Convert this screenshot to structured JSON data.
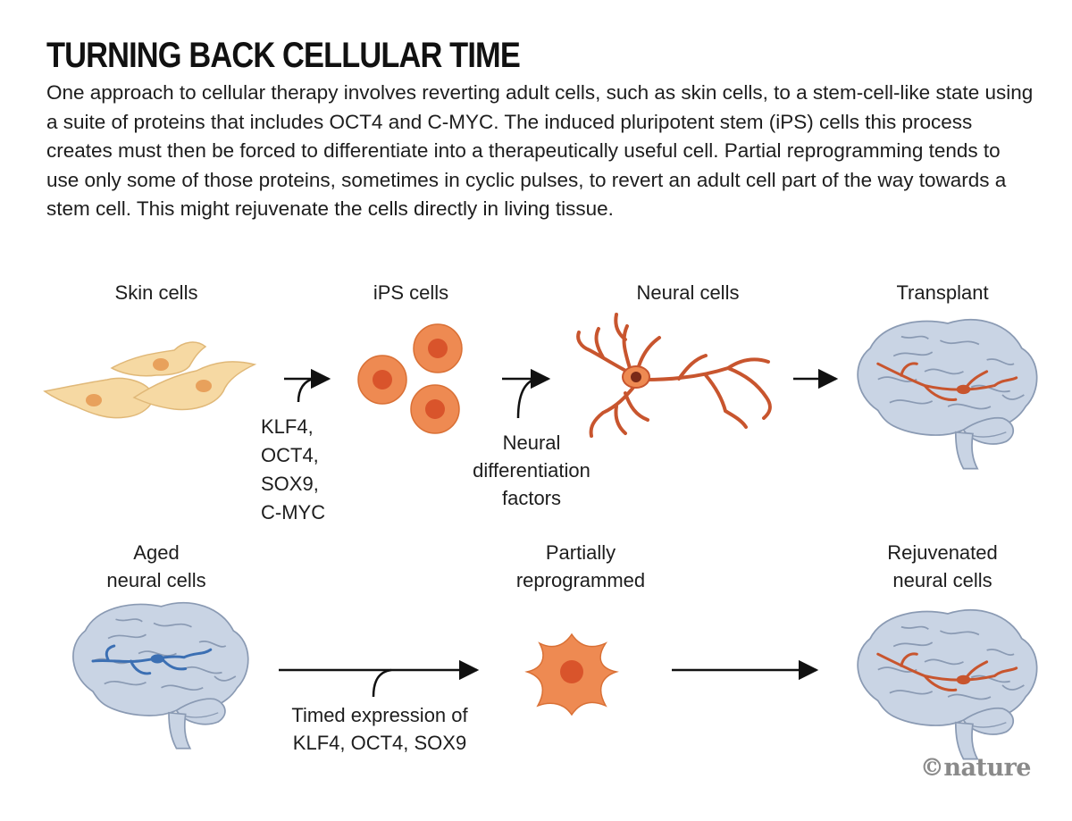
{
  "title": "TURNING BACK CELLULAR TIME",
  "intro": "One approach to cellular therapy involves reverting adult cells, such as skin cells, to a stem-cell-like state using a suite of proteins that includes OCT4 and C-MYC. The induced pluripotent stem (iPS) cells this process creates must then be forced to differentiate into a therapeutically useful cell. Partial reprogramming tends to use only some of those proteins, sometimes in cyclic pulses, to revert an adult cell part of the way towards a stem cell. This might rejuvenate the cells directly in living tissue.",
  "top_row": {
    "skin_cells": "Skin cells",
    "ips_cells": "iPS cells",
    "neural_cells": "Neural cells",
    "transplant": "Transplant",
    "factors": [
      "KLF4,",
      "OCT4,",
      "SOX9,",
      "C-MYC"
    ],
    "differentiation": [
      "Neural",
      "differentiation",
      "factors"
    ]
  },
  "bottom_row": {
    "aged": [
      "Aged",
      "neural cells"
    ],
    "partial": [
      "Partially",
      "reprogrammed"
    ],
    "rejuvenated": [
      "Rejuvenated",
      "neural cells"
    ],
    "timed": [
      "Timed expression of",
      "KLF4, OCT4, SOX9"
    ]
  },
  "logo": "©nature",
  "colors": {
    "skin_cell": "#f6d9a3",
    "skin_nucleus": "#e8a15c",
    "ips_cell": "#ee8a52",
    "ips_nucleus": "#d9542b",
    "neuron": "#c8552e",
    "brain": "#c9d4e4",
    "brain_line": "#8a9ab3",
    "aged_neuron": "#3b6fb3"
  }
}
